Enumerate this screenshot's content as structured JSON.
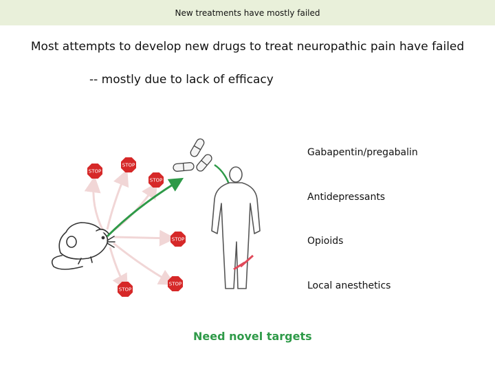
{
  "slide": {
    "title": "New treatments have mostly failed",
    "line1": "Most attempts to develop new drugs to treat neuropathic pain have failed",
    "line2": "-- mostly due to lack of efficacy",
    "drug_classes": [
      "Gabapentin/pregabalin",
      "Antidepressants",
      "Opioids",
      "Local anesthetics"
    ],
    "stop_sign_text": "STOP",
    "footer_note": "Need novel targets"
  },
  "colors": {
    "title_bar_bg": "#e9f0da",
    "success_arrow": "#2e9a48",
    "failed_arrow": "#f1d6d6",
    "stop_sign": "#d62828",
    "footer_text": "#2e9a48"
  },
  "icons": [
    "rat-icon",
    "human-figure-icon",
    "pills-icon",
    "stop-sign-icon"
  ]
}
